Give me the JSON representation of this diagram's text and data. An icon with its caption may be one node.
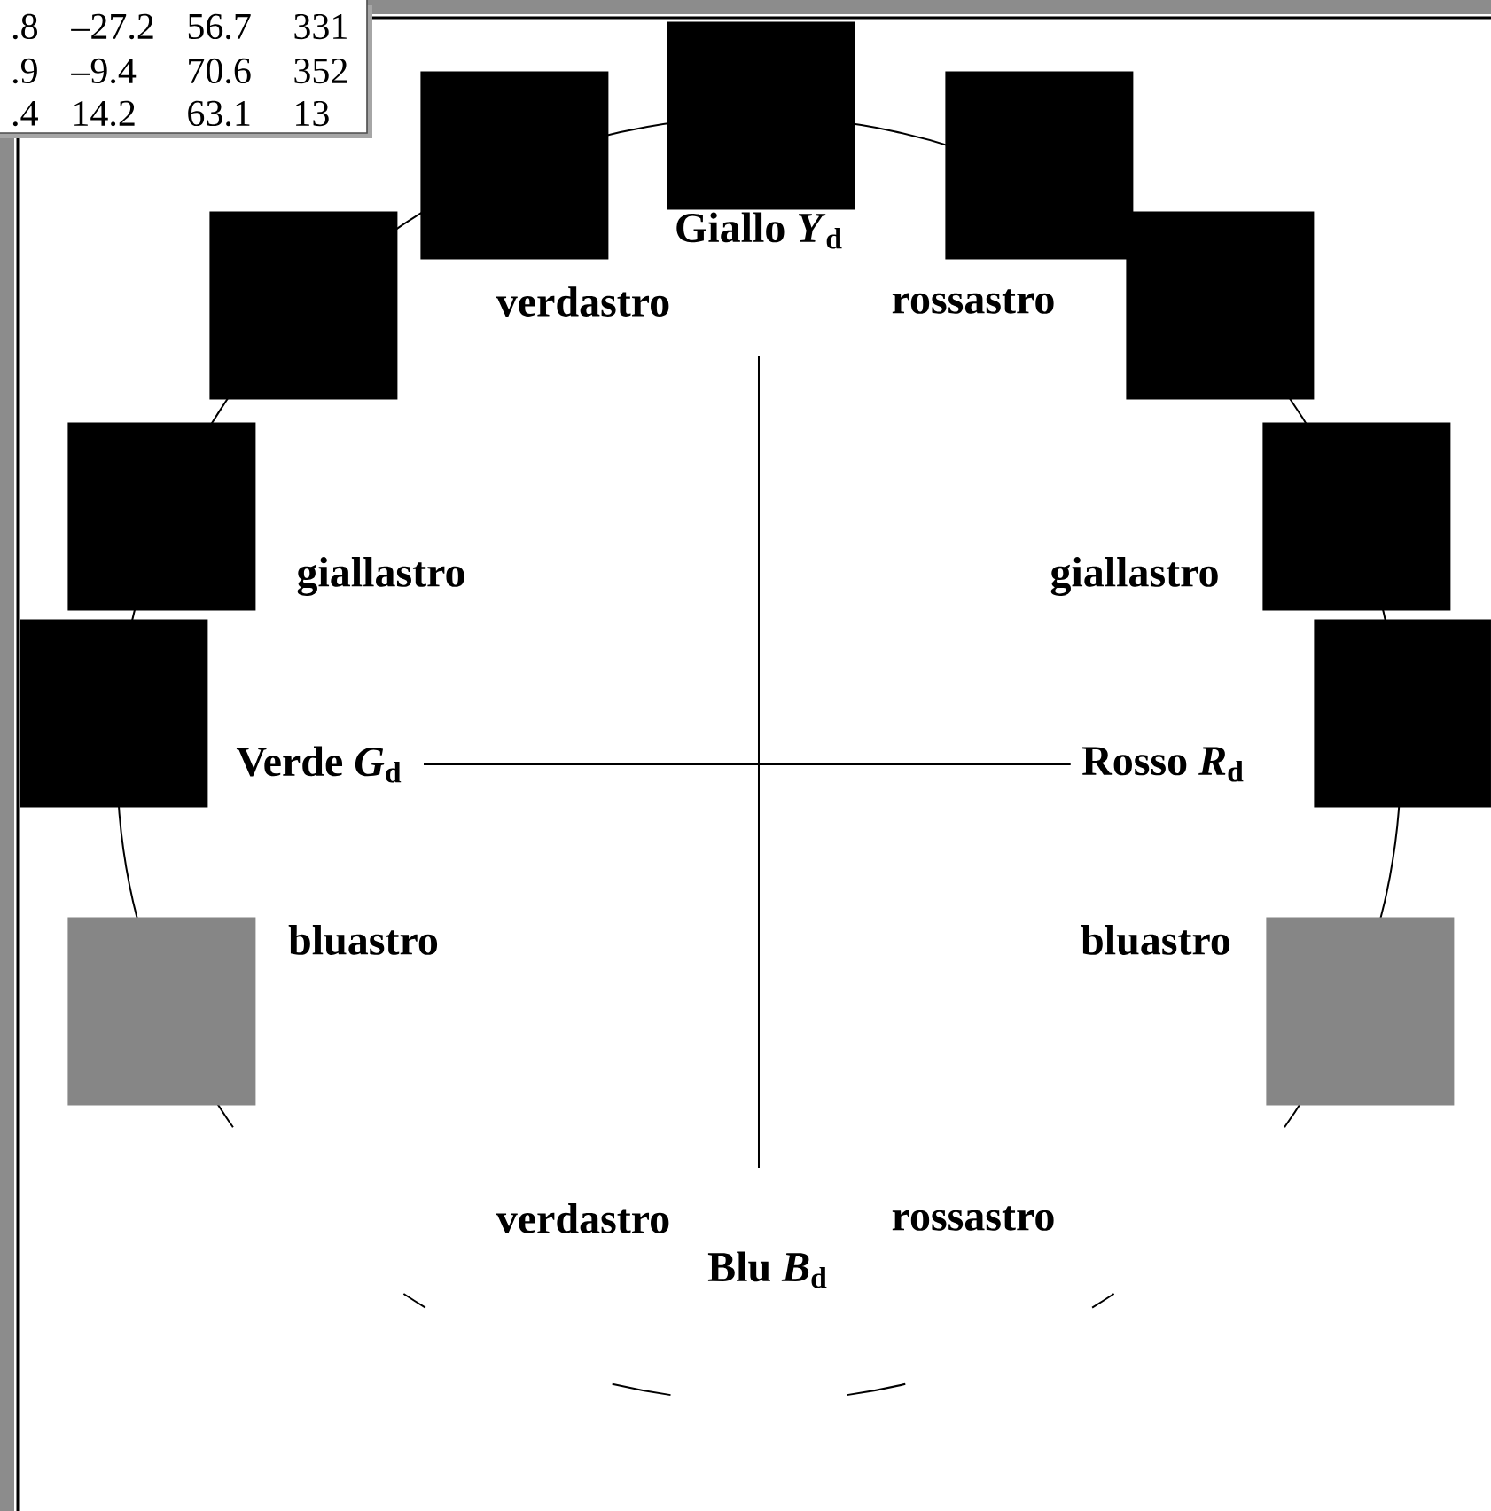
{
  "diagram": {
    "nodes": [
      {
        "text": [
          "Giallo *Y*$_{d}$"
        ]
      },
      {
        "text": [
          "Verde *G*$_{d}$"
        ]
      },
      {
        "text": [
          "Rosso *R*$_{d}$"
        ]
      },
      {
        "text": [
          "Blu *B*$_{d}$"
        ]
      },
      {
        "text": [],
        "shape": "box"
      },
      {
        "text": [],
        "shape": "box"
      },
      {
        "text": [],
        "shape": "box"
      },
      {
        "text": [],
        "shape": "box"
      },
      {
        "text": [],
        "shape": "box"
      },
      {
        "text": [],
        "shape": "box"
      },
      {
        "text": [],
        "shape": "box"
      },
      {
        "text": [],
        "shape": "box"
      },
      {
        "text": [],
        "shape": "box"
      },
      {
        "text": [],
        "shape": "box"
      },
      {
        "text": [],
        "shape": "box"
      }
    ],
    "edges": [
      {
        "from": 0,
        "to": 3,
        "arrow": "none"
      },
      {
        "from": 1,
        "to": 2,
        "arrow": "none"
      }
    ],
    "labels": [
      "verdastro",
      "rossastro",
      "giallastro",
      "giallastro",
      "bluastro",
      "bluastro",
      "verdastro",
      "rossastro",
      ".8",
      "–27.2",
      "56.7",
      "331",
      ".9",
      "–9.4",
      "70.6",
      "352",
      ".4",
      "14.2",
      "63.1",
      "13"
    ]
  }
}
